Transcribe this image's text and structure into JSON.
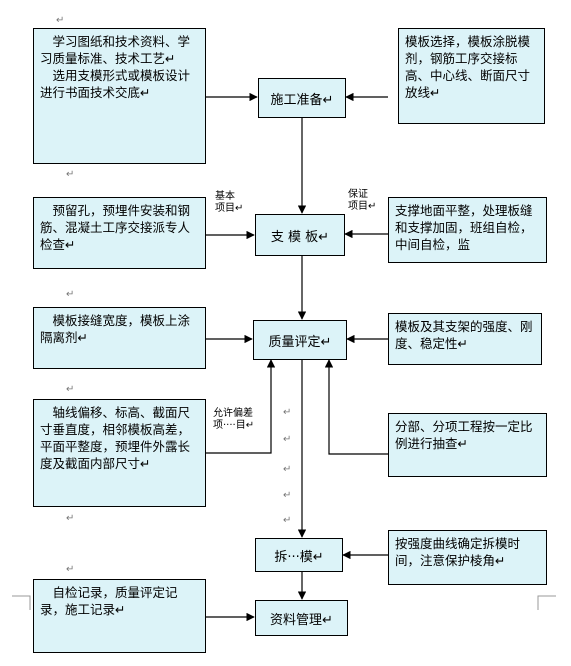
{
  "left_boxes": [
    "　学习图纸和技术资料、学习质量标准、技术工艺↵\n　选用支模形式或模板设计进行书面技术交底↵",
    "　预留孔，预埋件安装和钢筋、混凝土工序交接派专人检查↵",
    "　模板接缝宽度，模板上涂隔离剂↵",
    "　轴线偏移、标高、截面尺寸垂直度，相邻模板高差，平面平整度，预埋件外露长度及截面内部尺寸↵",
    "　自检记录，质量评定记录，施工记录↵"
  ],
  "right_boxes": [
    "模板选择，模板涂脱模剂，钢筋工序交接标高、中心线、断面尺寸放线↵",
    "支撑地面平整，处理板缝和支撑加固，班组自检，中间自检，监",
    "模板及其支架的强度、刚度、稳定性↵",
    "分部、分项工程按一定比例进行抽查↵",
    "按强度曲线确定拆模时间，注意保护棱角↵"
  ],
  "main_steps": [
    "施工准备↵",
    "支 模 板↵",
    "质量评定↵",
    "拆···模↵",
    "资料管理↵"
  ],
  "labels": {
    "basic_items": "基本\n项目↵",
    "guarantee_items": "保证\n项目↵",
    "allowed_deviation": "允许偏差\n项····目↵"
  },
  "para_mark": "↵",
  "colors": {
    "box_fill": "#dcf3f8",
    "line": "#000000"
  }
}
